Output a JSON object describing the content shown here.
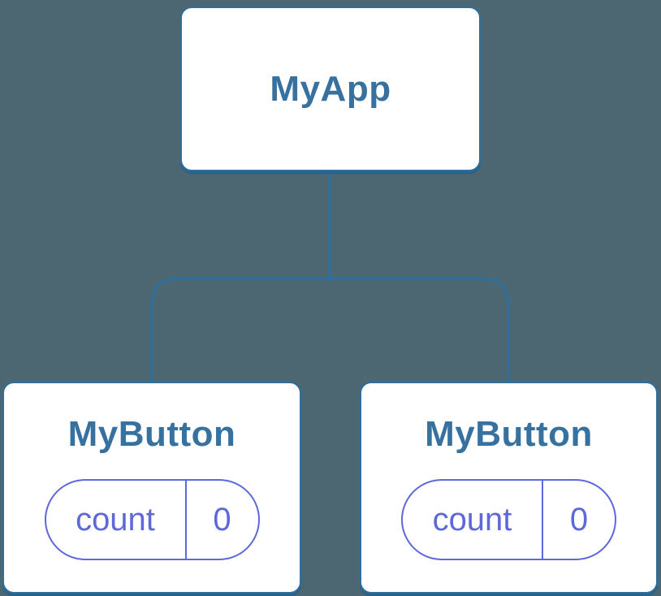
{
  "diagram": {
    "root": {
      "label": "MyApp"
    },
    "children": [
      {
        "label": "MyButton",
        "state": {
          "key": "count",
          "value": "0"
        }
      },
      {
        "label": "MyButton",
        "state": {
          "key": "count",
          "value": "0"
        }
      }
    ]
  },
  "colors": {
    "background": "#4C6771",
    "node_fill": "#FFFFFF",
    "node_border": "#2E6F9D",
    "connector": "#2E6F9D",
    "label_text": "#36719F",
    "state_accent": "#5E68D9"
  }
}
